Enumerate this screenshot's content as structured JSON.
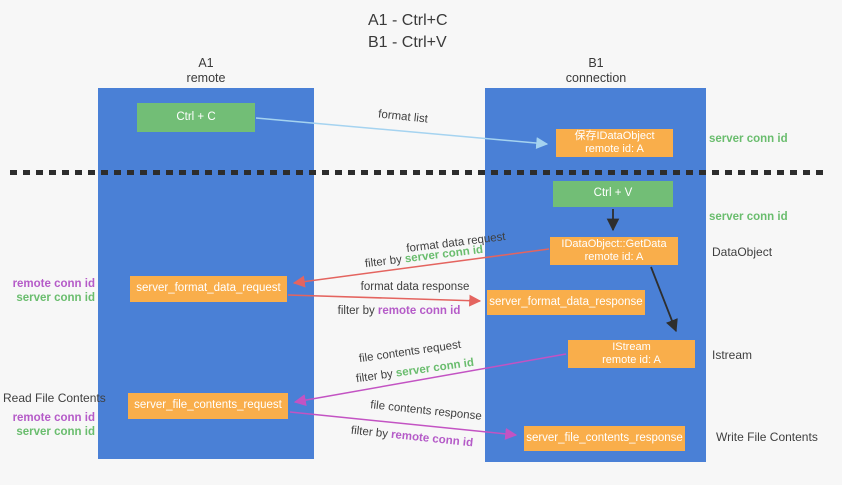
{
  "title": {
    "line1": "A1 - Ctrl+C",
    "line2": "B1 - Ctrl+V"
  },
  "lanes": {
    "a1": {
      "name": "A1",
      "role": "remote"
    },
    "b1": {
      "name": "B1",
      "role": "connection"
    }
  },
  "nodes": {
    "ctrl_c": {
      "label": "Ctrl + C"
    },
    "save_idataobject": {
      "line1": "保存IDataObject",
      "line2": "remote id: A"
    },
    "ctrl_v": {
      "label": "Ctrl + V"
    },
    "getdata": {
      "line1": "IDataObject::GetData",
      "line2": "remote id: A"
    },
    "format_request": {
      "label": "server_format_data_request"
    },
    "format_response": {
      "label": "server_format_data_response"
    },
    "istream": {
      "line1": "IStream",
      "line2": "remote id: A"
    },
    "file_request": {
      "label": "server_file_contents_request"
    },
    "file_response": {
      "label": "server_file_contents_response"
    }
  },
  "edges": {
    "format_list": {
      "label": "format list"
    },
    "format_data_request": {
      "label": "format data request",
      "filter_prefix": "filter by ",
      "filter_value": "server conn id"
    },
    "format_data_response": {
      "label": "format data response",
      "filter_prefix": "filter by ",
      "filter_value": "remote conn id"
    },
    "file_contents_request": {
      "label": "file contents request",
      "filter_prefix": "filter by ",
      "filter_value": "server conn id"
    },
    "file_contents_response": {
      "label": "file contents response",
      "filter_prefix": "filter by ",
      "filter_value": "remote conn id"
    }
  },
  "side_labels": {
    "server_conn_id_top": "server conn id",
    "server_conn_id_mid": "server conn id",
    "dataobject": "DataObject",
    "istream": "Istream",
    "write_file_contents": "Write File Contents",
    "read_file_contents": "Read File Contents",
    "left_top": {
      "remote": "remote conn id",
      "server": "server conn id"
    },
    "left_bottom": {
      "remote": "remote conn id",
      "server": "server conn id"
    }
  },
  "colors": {
    "lane_blue": "#4A80D6",
    "green_box": "#72BE76",
    "orange_box": "#F9AE4B",
    "green_text": "#6ABD6E",
    "purple_text": "#B55BC8",
    "red_arrow": "#E4645F",
    "magenta_arrow": "#C353C3",
    "blue_arrow": "#A5D3F0",
    "black_arrow": "#2E2E2E",
    "text_dark": "#3F3F3F",
    "background": "#F7F7F7"
  }
}
